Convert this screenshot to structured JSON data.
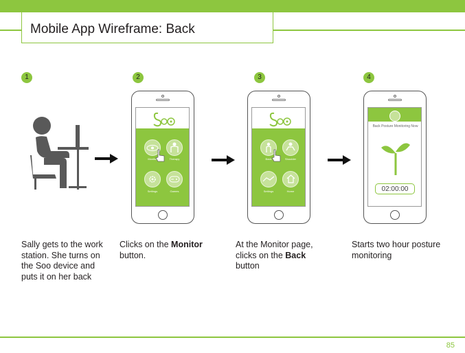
{
  "header": {
    "title": "Mobile App Wireframe: Back"
  },
  "page_number": "85",
  "steps": [
    {
      "number": "1",
      "caption": "Sally gets to the work station. She turns on the Soo device and puts it on her back"
    },
    {
      "number": "2",
      "caption_prefix": "Clicks on the ",
      "caption_bold": "Monitor",
      "caption_suffix": "button."
    },
    {
      "number": "3",
      "caption_prefix": "At the Monitor page, clicks on the ",
      "caption_bold": "Back",
      "caption_suffix": "button"
    },
    {
      "number": "4",
      "caption": "Starts two hour posture monitoring"
    }
  ],
  "phone2": {
    "logo": "Soo",
    "buttons": [
      "Monitor",
      "Therapy",
      "Settings",
      "Games"
    ]
  },
  "phone3": {
    "logo": "Soo",
    "buttons": [
      "Back",
      "Shoulder",
      "Settings",
      "Home"
    ]
  },
  "phone4": {
    "status": "Back Posture Monitoring Now",
    "timer": "02:00:00"
  },
  "colors": {
    "accent": "#8dc63f",
    "text": "#231f20"
  }
}
